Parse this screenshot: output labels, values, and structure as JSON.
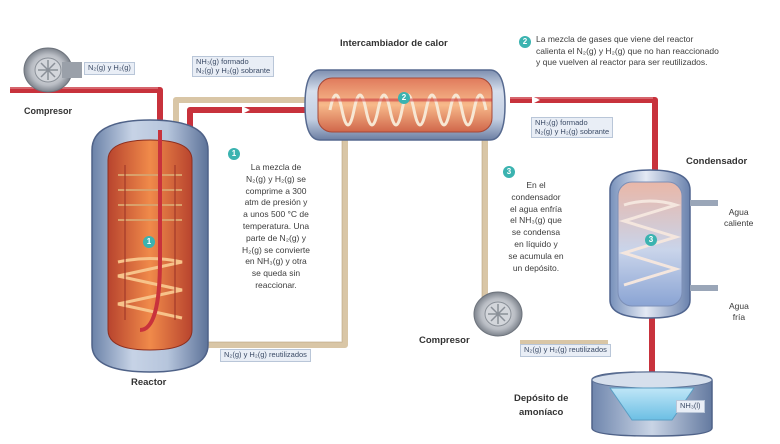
{
  "labels": {
    "compresor_1": "Compresor",
    "compresor_2": "Compresor",
    "intercambiador": "Intercambiador de calor",
    "condensador": "Condensador",
    "reactor": "Reactor",
    "deposito_line1": "Depósito de",
    "deposito_line2": "amoníaco",
    "agua_caliente_1": "Agua",
    "agua_caliente_2": "caliente",
    "agua_fria_1": "Agua",
    "agua_fria_2": "fría"
  },
  "tags": {
    "input_gases": "N₂(g) y H₂(g)",
    "top_left_1": "NH₃(g) formado",
    "top_left_2": "N₂(g) y H₂(g) sobrante",
    "right_1": "NH₃(g) formado",
    "right_2": "N₂(g) y H₂(g) sobrante",
    "recycled_left": "N₂(g) y H₂(g) reutilizados",
    "recycled_right": "N₂(g) y H₂(g) reutilizados",
    "tank": "NH₃(l)"
  },
  "steps": {
    "s1": "1",
    "s2": "2",
    "s3": "3",
    "inner1": "1",
    "inner2": "2",
    "inner3": "3"
  },
  "paragraphs": {
    "step2_text": [
      "La mezcla de gases que viene del reactor",
      "calienta el N₂(g) y H₂(g) que no han reaccionado",
      "y que vuelven al reactor para ser reutilizados."
    ],
    "step1_text": [
      "La mezcla de",
      "N₂(g) y H₂(g) se",
      "comprime a 300",
      "atm de presión y",
      "a unos 500 °C de",
      "temperatura. Una",
      "parte de N₂(g) y",
      "H₂(g) se convierte",
      "en NH₃(g) y otra",
      "se queda sin",
      "reaccionar."
    ],
    "step3_text": [
      "En el",
      "condensador",
      "el agua enfría",
      "el NH₃(g) que",
      "se condensa",
      "en líquido y",
      "se acumula en",
      "un depósito."
    ]
  },
  "colors": {
    "hot_pipe": "#c8323c",
    "cold_pipe": "#d9c6a6",
    "step_badge": "#3bb3b0",
    "tag_bg": "#e9eef6",
    "vessel_blue": "#7e9bc6",
    "liquid": "#8fd0ee"
  }
}
